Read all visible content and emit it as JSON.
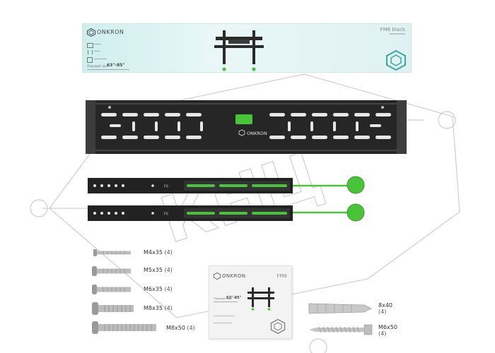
{
  "banner": {
    "brand": "ONKRON",
    "model": "FM6 black",
    "size_caption": "63\"-85\"",
    "accent": "#3aa8a0"
  },
  "bracket": {
    "brand": "ONKRON"
  },
  "arms": [
    {
      "marking": "F6"
    },
    {
      "marking": "F6"
    }
  ],
  "screws": [
    {
      "name": "M4x35",
      "qty": "(4)"
    },
    {
      "name": "M5x35",
      "qty": "(4)"
    },
    {
      "name": "M6x35",
      "qty": "(4)"
    },
    {
      "name": "M8x35",
      "qty": "(4)"
    },
    {
      "name": "M8x50",
      "qty": "(4)"
    }
  ],
  "anchors": [
    {
      "name": "8x40",
      "qty": "(4)"
    },
    {
      "name": "M6x50",
      "qty": "(4)"
    }
  ],
  "manual": {
    "brand": "ONKRON",
    "model": "FM6",
    "size_caption": "63\"-85\""
  },
  "watermark": {
    "text": "КНЦ",
    "color": "#c8c8c8"
  },
  "colors": {
    "green_accent": "#49c33a",
    "metal": "#2b2b2b"
  }
}
